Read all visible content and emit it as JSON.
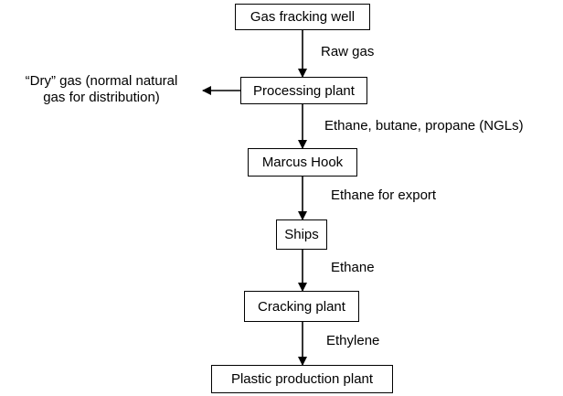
{
  "diagram": {
    "nodes": {
      "well": "Gas fracking well",
      "processing": "Processing plant",
      "marcus": "Marcus Hook",
      "ships": "Ships",
      "cracking": "Cracking plant",
      "plastic": "Plastic production plant"
    },
    "edges": {
      "well_to_processing": "Raw gas",
      "processing_to_marcus": "Ethane, butane, propane (NGLs)",
      "marcus_to_ships": "Ethane for export",
      "ships_to_cracking": "Ethane",
      "cracking_to_plastic": "Ethylene"
    },
    "side_output": {
      "line1": "“Dry” gas (normal natural",
      "line2": "gas for distribution)"
    }
  }
}
